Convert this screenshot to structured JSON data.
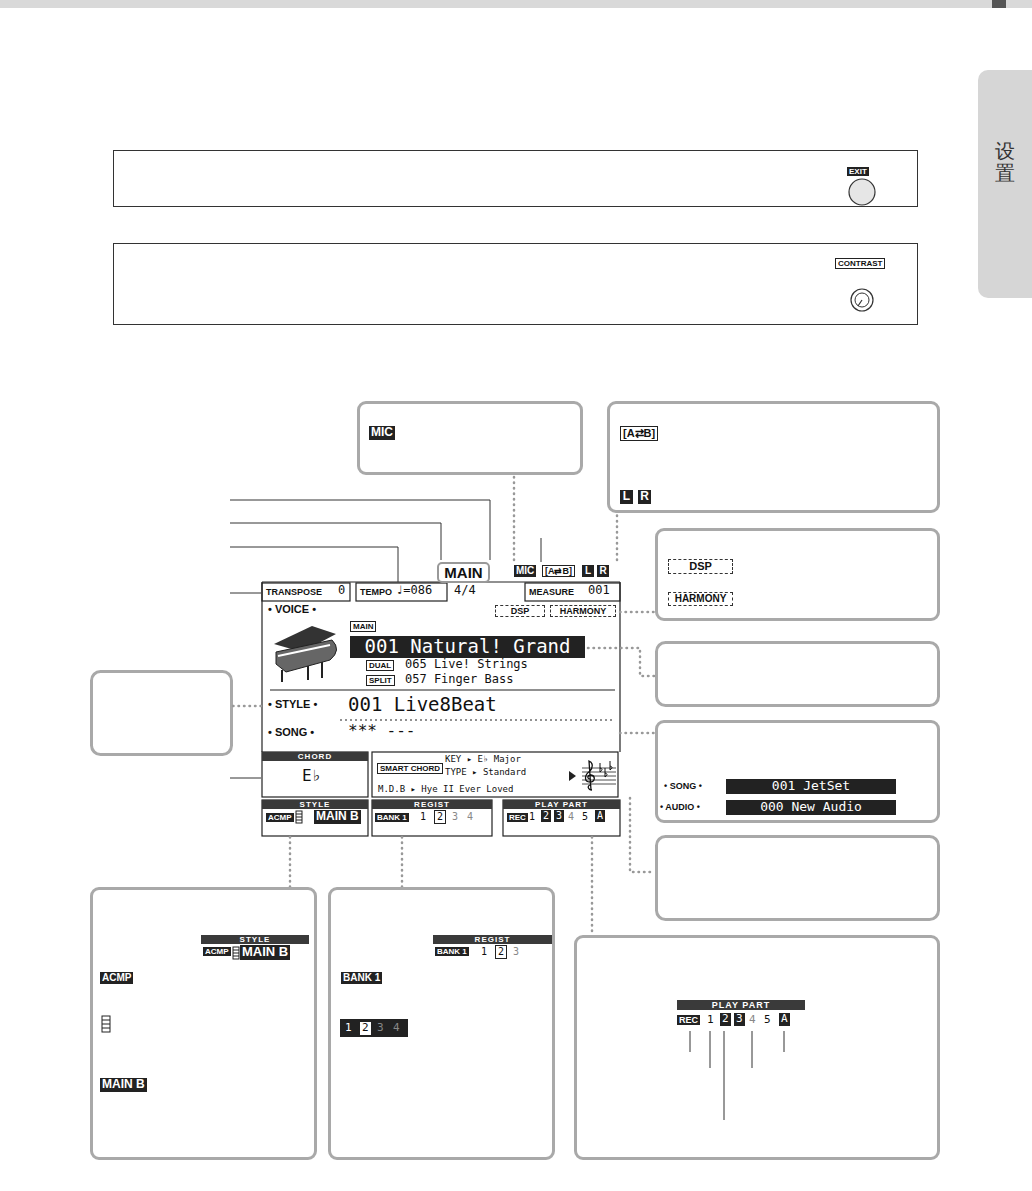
{
  "diagram": {
    "nodes": [
      {
        "text": [
          "EXIT"
        ]
      },
      {
        "text": [
          "CONTRAST"
        ]
      },
      {
        "text": [
          "设置"
        ]
      },
      {
        "text": [
          "MIC"
        ]
      },
      {
        "text": [
          "[A⇄B]",
          "L",
          "R"
        ]
      },
      {
        "text": [
          "DSP",
          "HARMONY"
        ]
      },
      {
        "text": [
          "MAIN",
          "MIC",
          "[A⇄B]",
          "L",
          "R",
          "TRANSPOSE",
          "0",
          "TEMPO",
          "♩=086",
          "4/4",
          "MEASURE",
          "001",
          "• VOICE •",
          "MAIN",
          "DSP",
          "HARMONY",
          "001 Natural! Grand",
          "DUAL",
          "065 Live! Strings",
          "SPLIT",
          "057 Finger Bass",
          "• STYLE •",
          "001 Live8Beat",
          "• SONG •",
          "*** ---",
          "CHORD",
          "E♭",
          "SMART CHORD",
          "KEY ▸ E♭ Major",
          "TYPE ▸ Standard",
          "M.D.B ▸ Hye II Ever Loved",
          "STYLE",
          "ACMP",
          "MAIN B",
          "REGIST",
          "BANK 1",
          "1",
          "2",
          "3",
          "4",
          "PLAY PART",
          "REC",
          "1",
          "2",
          "3",
          "4",
          "5",
          "A"
        ]
      },
      {
        "text": [
          "• SONG •",
          "001 JetSet",
          "• AUDIO •",
          "000 New Audio"
        ]
      },
      {
        "text": [
          "STYLE",
          "ACMP",
          "MAIN B",
          "ACMP",
          "MAIN B"
        ]
      },
      {
        "text": [
          "REGIST",
          "BANK 1",
          "1",
          "2",
          "3",
          "BANK 1",
          "1",
          "2",
          "3",
          "4"
        ]
      },
      {
        "text": [
          "PLAY PART",
          "REC",
          "1",
          "2",
          "3",
          "4",
          "5",
          "A"
        ]
      }
    ],
    "edges": [
      {
        "from": 6,
        "to": 3,
        "arrow": "none"
      },
      {
        "from": 6,
        "to": 4,
        "arrow": "none"
      },
      {
        "from": 6,
        "to": 5,
        "arrow": "none"
      },
      {
        "from": 6,
        "to": 7,
        "arrow": "none"
      },
      {
        "from": 6,
        "to": 8,
        "arrow": "none"
      },
      {
        "from": 6,
        "to": 9,
        "arrow": "none"
      },
      {
        "from": 6,
        "to": 10,
        "arrow": "none"
      }
    ]
  }
}
